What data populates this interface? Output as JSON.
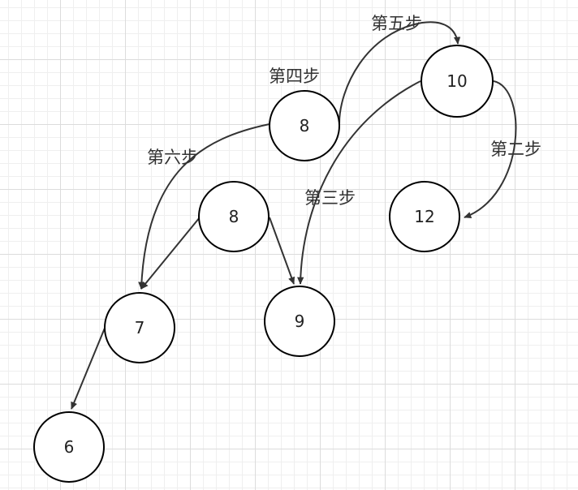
{
  "nodes": {
    "n8_top": "8",
    "n10": "10",
    "n12": "12",
    "n8_mid": "8",
    "n7": "7",
    "n9": "9",
    "n6": "6"
  },
  "steps": {
    "step2": "第二步",
    "step3": "第三步",
    "step4": "第四步",
    "step5": "第五步",
    "step6": "第六步"
  },
  "colors": {
    "stroke": "#000000",
    "edge": "#333333",
    "grid": "#dcdcdc"
  }
}
